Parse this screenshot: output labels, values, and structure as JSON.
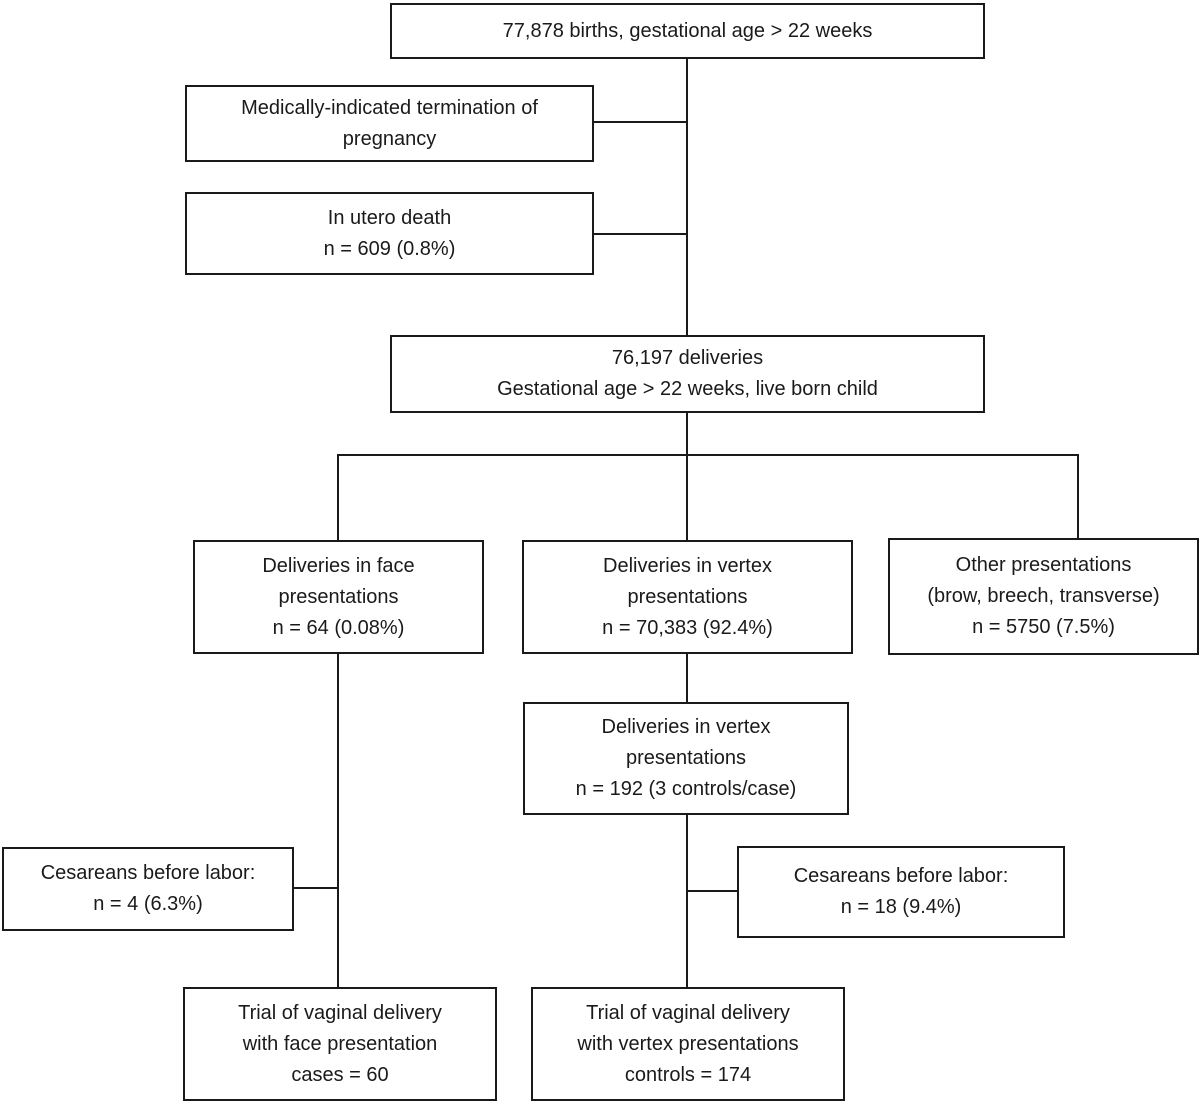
{
  "colors": {
    "line": "#1a1a1a",
    "box_background": "#ffffff",
    "text": "#1a1a1a",
    "page_background": "#ffffff"
  },
  "boxes": {
    "births": {
      "lines": [
        "77,878 births, gestational age > 22 weeks"
      ]
    },
    "termination": {
      "lines": [
        "Medically-indicated termination of",
        "pregnancy"
      ]
    },
    "in_utero_death": {
      "lines": [
        "In utero death",
        "n = 609 (0.8%)"
      ]
    },
    "deliveries": {
      "lines": [
        "76,197 deliveries",
        "Gestational age > 22 weeks, live born child"
      ]
    },
    "face_presentations": {
      "lines": [
        "Deliveries in face",
        "presentations",
        "n = 64 (0.08%)"
      ]
    },
    "vertex_presentations": {
      "lines": [
        "Deliveries in vertex",
        "presentations",
        "n = 70,383 (92.4%)"
      ]
    },
    "other_presentations": {
      "lines": [
        "Other presentations",
        "(brow, breech, transverse)",
        "n = 5750 (7.5%)"
      ]
    },
    "vertex_controls": {
      "lines": [
        "Deliveries in vertex",
        "presentations",
        "n = 192 (3 controls/case)"
      ]
    },
    "cesareans_face": {
      "lines": [
        "Cesareans before labor:",
        "n = 4 (6.3%)"
      ]
    },
    "cesareans_vertex": {
      "lines": [
        "Cesareans before labor:",
        "n = 18 (9.4%)"
      ]
    },
    "trial_face": {
      "lines": [
        "Trial of vaginal delivery",
        "with face presentation",
        "cases = 60"
      ]
    },
    "trial_vertex": {
      "lines": [
        "Trial of vaginal delivery",
        "with vertex presentations",
        "controls = 174"
      ]
    }
  }
}
